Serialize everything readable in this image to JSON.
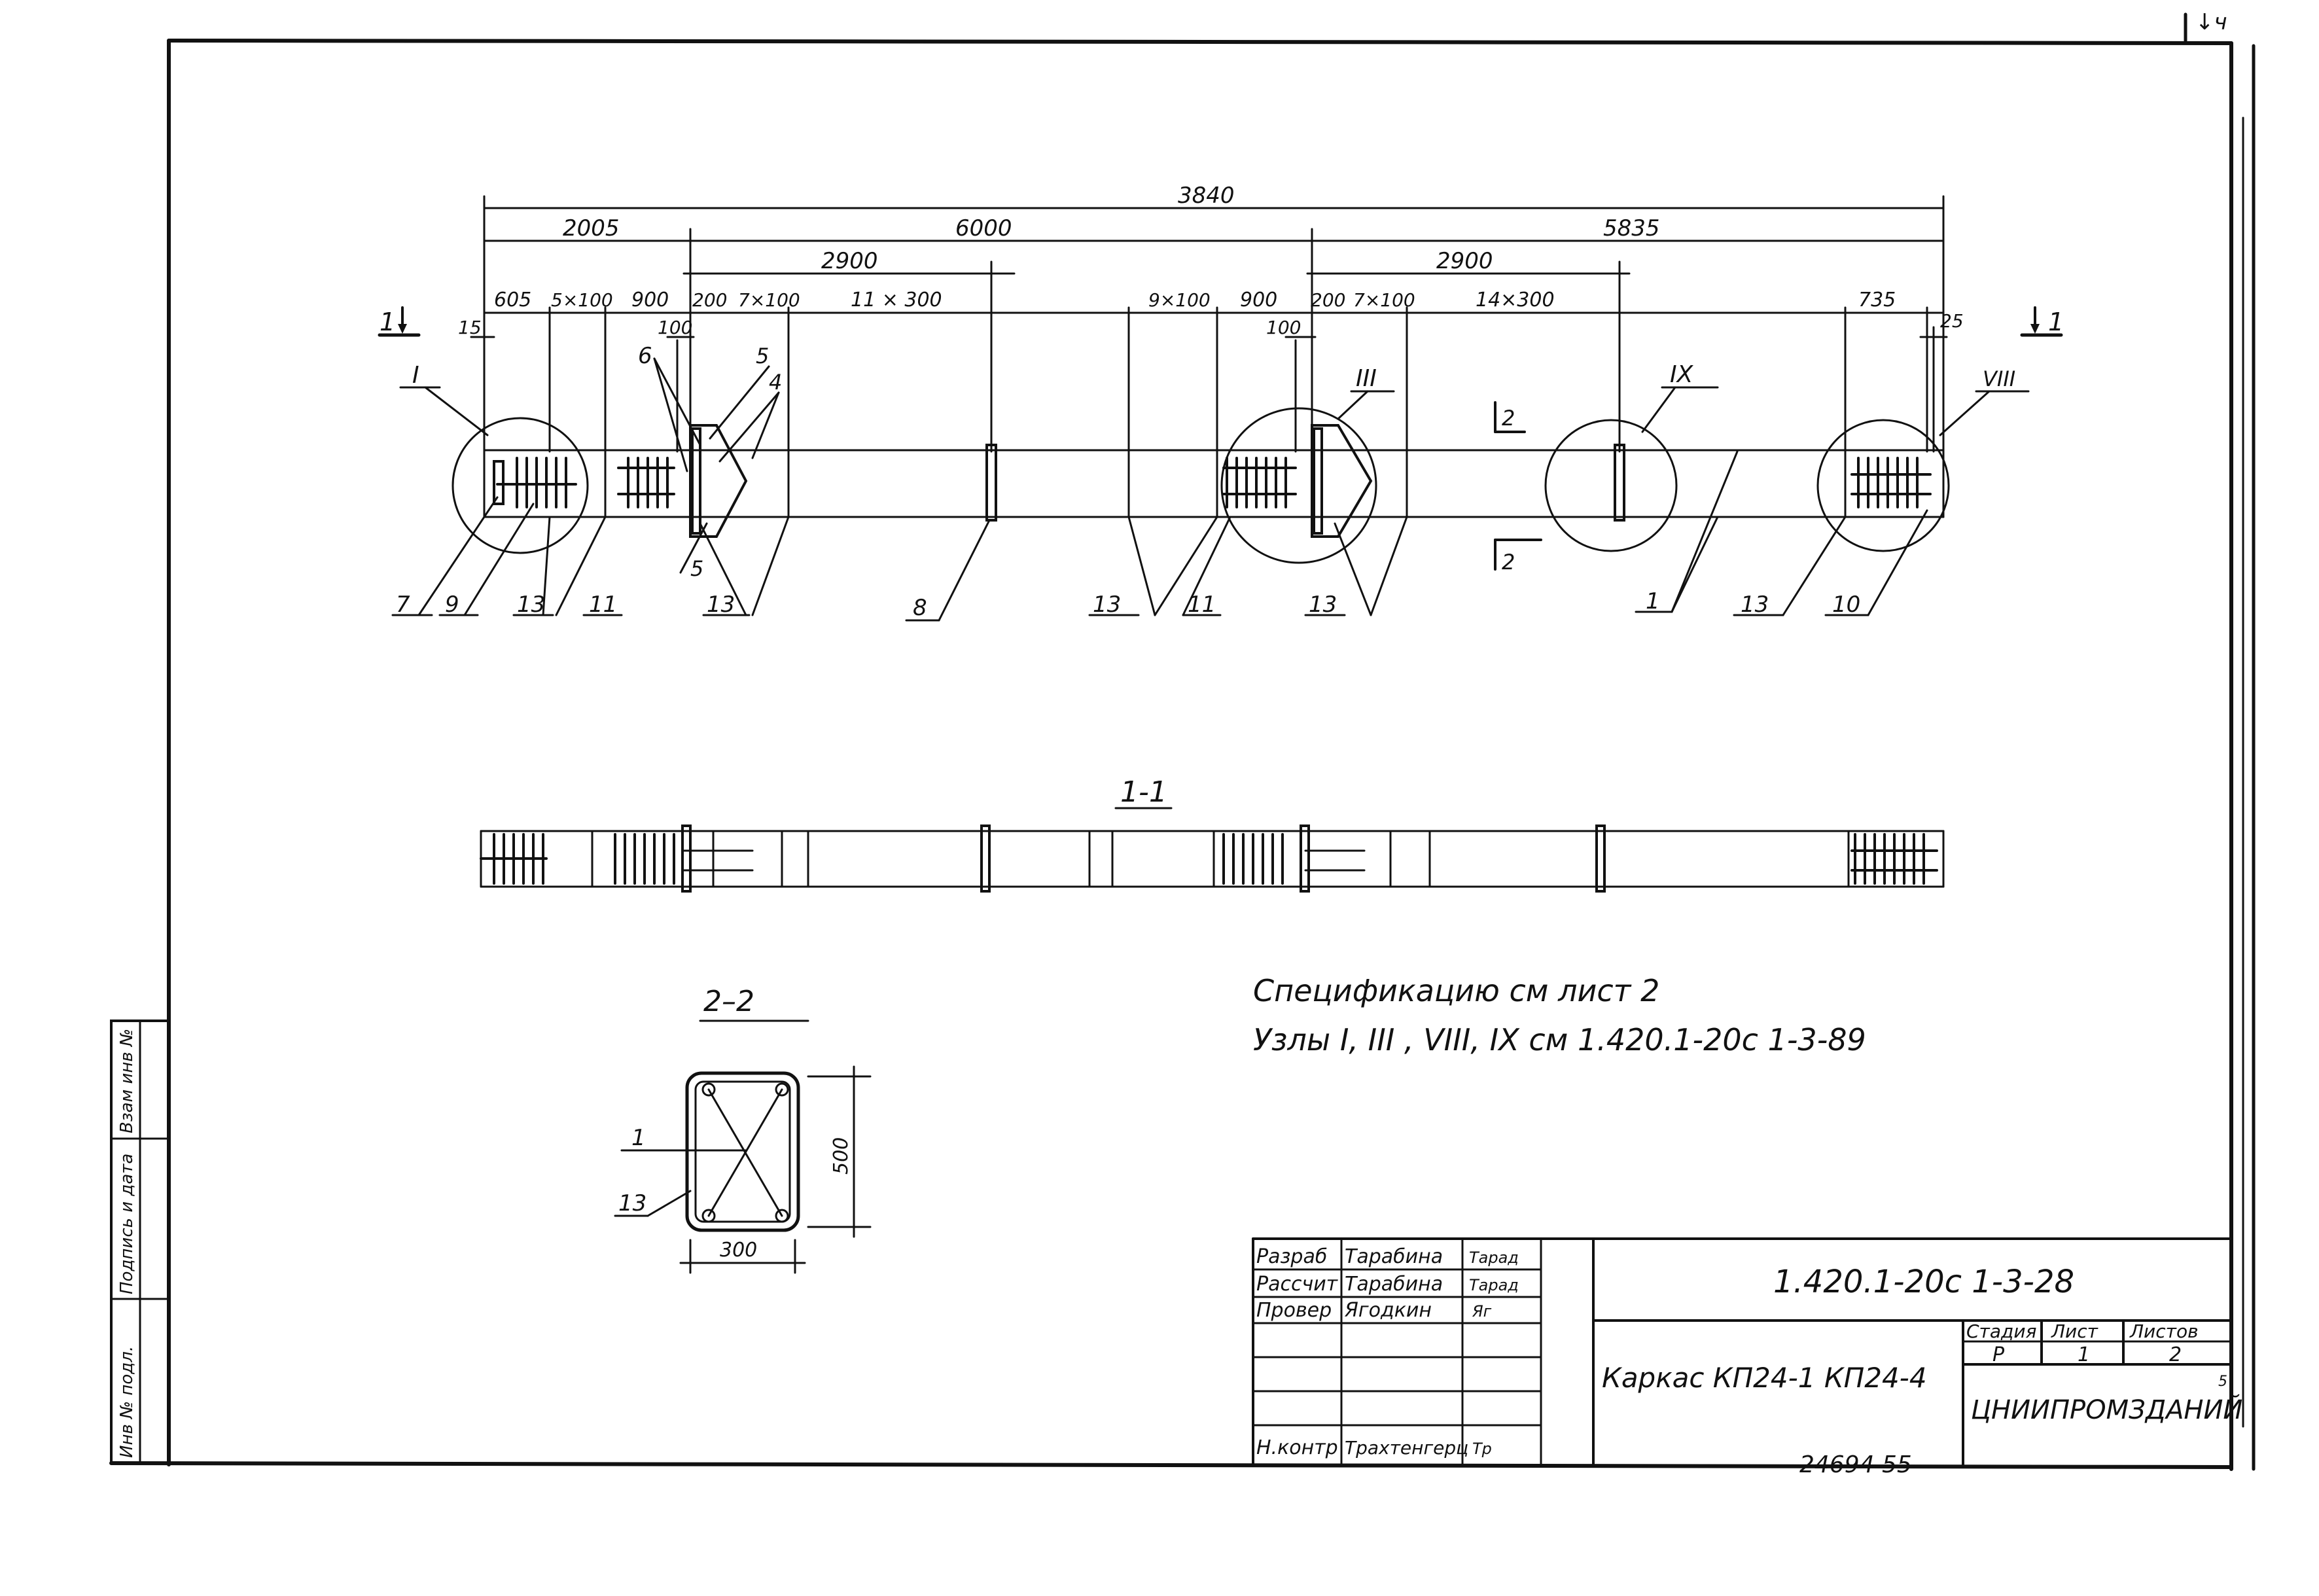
{
  "sheet_corner_mark": "↓ч",
  "main_view": {
    "section_cut_label": "1",
    "section_cut_label_right": "1",
    "section_2_label_top": "2",
    "section_2_label_bottom": "2",
    "dimensions": {
      "overall": "3840",
      "left_segment": "2005",
      "middle_segment": "6000",
      "right_segment": "5835",
      "left_span": "2900",
      "right_span": "2900",
      "d605": "605",
      "d5x100": "5×100",
      "d900a": "900",
      "d200a": "200",
      "d7x100a": "7×100",
      "d11x300": "11 × 300",
      "d9x100": "9×100",
      "d900b": "900",
      "d200b": "200",
      "d7x100b": "7×100",
      "d14x300": "14×300",
      "d735": "735",
      "d15": "15",
      "d100a": "100",
      "d100b": "100",
      "d25": "25"
    },
    "nodes": {
      "n1": "I",
      "n3": "III",
      "n9": "IX",
      "n8": "VIII"
    },
    "callouts_top": {
      "c6": "6",
      "c5": "5",
      "c4": "4"
    },
    "callouts_bottom": [
      {
        "id": "c7",
        "label": "7"
      },
      {
        "id": "c9",
        "label": "9"
      },
      {
        "id": "c13a",
        "label": "13"
      },
      {
        "id": "c11a",
        "label": "11"
      },
      {
        "id": "c5b",
        "label": "5"
      },
      {
        "id": "c13b",
        "label": "13"
      },
      {
        "id": "c8",
        "label": "8"
      },
      {
        "id": "c13c",
        "label": "13"
      },
      {
        "id": "c11b",
        "label": "11"
      },
      {
        "id": "c13d",
        "label": "13"
      },
      {
        "id": "c1",
        "label": "1"
      },
      {
        "id": "c13e",
        "label": "13"
      },
      {
        "id": "c10",
        "label": "10"
      }
    ]
  },
  "section_1_1": {
    "title": "1-1"
  },
  "section_2_2": {
    "title": "2–2",
    "width": "300",
    "height": "500",
    "callout_a": "1",
    "callout_b": "13"
  },
  "notes": {
    "line1": "Спецификацию  см   лист 2",
    "line2": "Узлы I, III , VIII, IX  см  1.420.1-20с  1-3-89"
  },
  "side_stamp": {
    "c1": "Инв № подл.",
    "c2": "Подпись и дата",
    "c3": "Взам инв №"
  },
  "title_block": {
    "roles": [
      {
        "role": "Разраб",
        "name": "Тарабина",
        "sign": "Тарад"
      },
      {
        "role": "Рассчит",
        "name": "Тарабина",
        "sign": "Тарад"
      },
      {
        "role": "Провер",
        "name": "Ягодкин",
        "sign": "Яг"
      },
      {
        "role": "",
        "name": "",
        "sign": ""
      },
      {
        "role": "",
        "name": "",
        "sign": ""
      },
      {
        "role": "",
        "name": "",
        "sign": ""
      },
      {
        "role": "Н.контр",
        "name": "Трахтенгерц",
        "sign": "Тр"
      }
    ],
    "doc_code": "1.420.1-20с  1-3-28",
    "title": "Каркас КП24-1  КП24-4",
    "stage_header": "Стадия",
    "sheet_header": "Лист",
    "sheets_header": "Листов",
    "stage": "Р",
    "sheet": "1",
    "sheets": "2",
    "org": "ЦНИИПРОМЗДАНИЙ",
    "corner_mark": "5",
    "footer_number": "24694   55"
  }
}
